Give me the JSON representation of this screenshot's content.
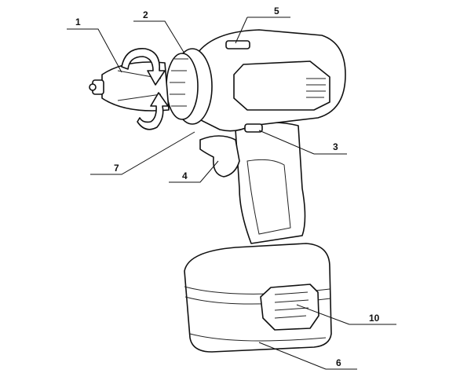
{
  "callouts": [
    {
      "id": "1"
    },
    {
      "id": "2"
    },
    {
      "id": "5"
    },
    {
      "id": "3"
    },
    {
      "id": "7"
    },
    {
      "id": "4"
    },
    {
      "id": "10"
    },
    {
      "id": "6"
    }
  ]
}
